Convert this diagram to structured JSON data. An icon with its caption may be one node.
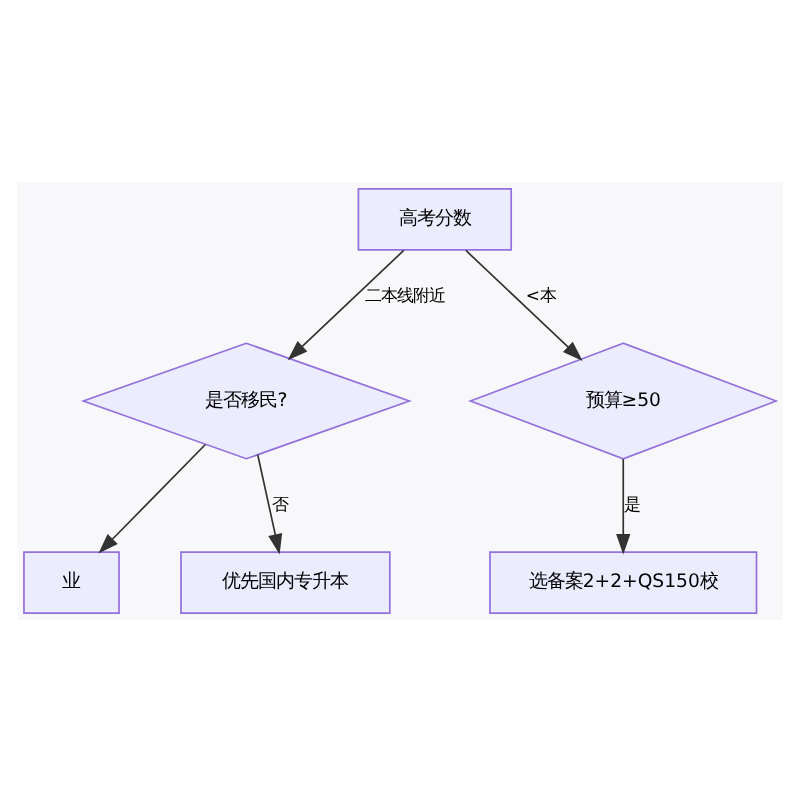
{
  "diagram": {
    "nodes": [
      {
        "text": [
          "高考分数"
        ]
      },
      {
        "text": [
          "是否移民?"
        ]
      },
      {
        "text": [
          "预算≥50"
        ]
      },
      {
        "text": [
          "业"
        ]
      },
      {
        "text": [
          "优先国内专升本"
        ]
      },
      {
        "text": [
          "选备案2+2+QS150校"
        ]
      }
    ],
    "edges": [
      {
        "from": 0,
        "to": 1,
        "arrow": "to",
        "label": "二本线附近"
      },
      {
        "from": 0,
        "to": 2,
        "arrow": "to",
        "label": "<本"
      },
      {
        "from": 1,
        "to": 3,
        "arrow": "to"
      },
      {
        "from": 1,
        "to": 4,
        "arrow": "to",
        "label": "否"
      },
      {
        "from": 2,
        "to": 5,
        "arrow": "to",
        "label": "是"
      }
    ]
  }
}
